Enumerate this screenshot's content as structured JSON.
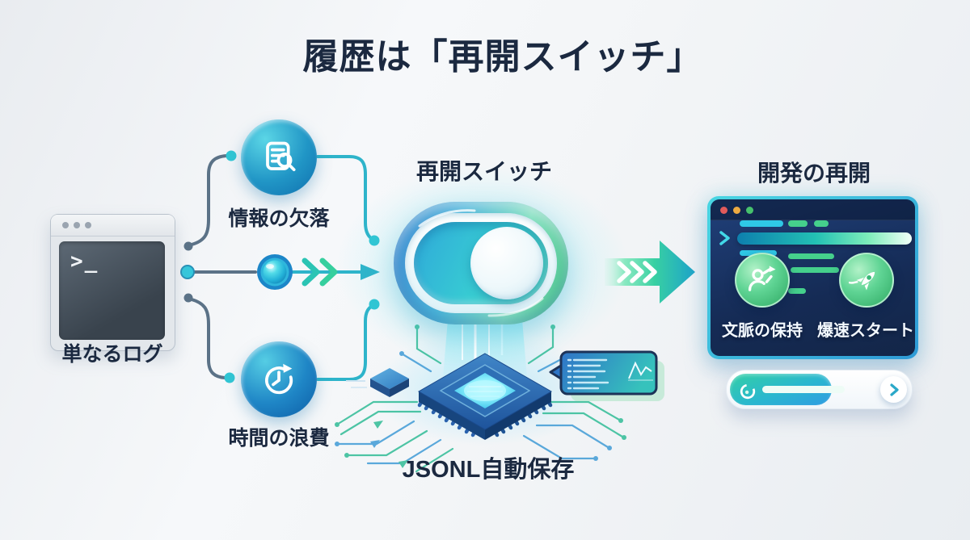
{
  "title": "履歴は「再開スイッチ」",
  "source": {
    "label": "単なるログ",
    "terminal_prompt": ">_"
  },
  "problems": [
    {
      "label": "情報の欠落",
      "icon": "document-search-icon"
    },
    {
      "label": "時間の浪費",
      "icon": "clock-history-icon"
    }
  ],
  "switch": {
    "label": "再開スイッチ",
    "state": "on"
  },
  "storage": {
    "label": "JSONL自動保存"
  },
  "result": {
    "title": "開発の再開",
    "benefits": [
      {
        "label": "文脈の保持",
        "icon": "person-arrows-icon"
      },
      {
        "label": "爆速スタート",
        "icon": "rocket-icon"
      }
    ]
  },
  "colors": {
    "navy_text": "#1b2940",
    "accent_teal": "#2fb3c9",
    "accent_green": "#3ecf8e",
    "switch_blue": "#3e8ad2",
    "chip_blue": "#2e72b8",
    "window_bg": "#16294f"
  }
}
